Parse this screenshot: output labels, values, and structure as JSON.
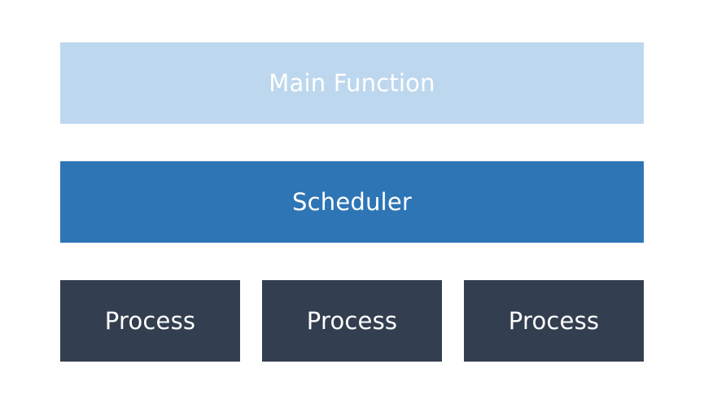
{
  "diagram": {
    "layers": {
      "main_function": {
        "label": "Main Function",
        "color": "#bdd7ee"
      },
      "scheduler": {
        "label": "Scheduler",
        "color": "#2e75b6"
      },
      "processes": [
        {
          "label": "Process",
          "color": "#333f50"
        },
        {
          "label": "Process",
          "color": "#333f50"
        },
        {
          "label": "Process",
          "color": "#333f50"
        }
      ]
    }
  }
}
